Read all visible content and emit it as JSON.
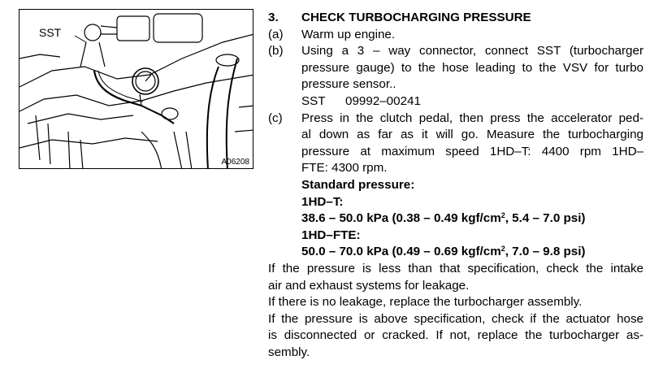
{
  "figure": {
    "sst_label": "SST",
    "code": "A06208"
  },
  "step": {
    "number": "3.",
    "title": "CHECK TURBOCHARGING PRESSURE"
  },
  "items": {
    "a": {
      "marker": "(a)",
      "text": "Warm up engine."
    },
    "b": {
      "marker": "(b)",
      "line1": "Using a 3 – way connector, connect SST (turbocharger",
      "line2": "pressure gauge) to the hose leading to the VSV for turbo",
      "line3": "pressure sensor..",
      "sst_label": "SST",
      "sst_number": "09992–00241"
    },
    "c": {
      "marker": "(c)",
      "line1": "Press in the clutch pedal, then press the accelerator ped-",
      "line2": "al down as far as it will go. Measure the turbocharging",
      "line3": "pressure at maximum speed 1HD–T: 4400 rpm 1HD–",
      "line4": "FTE: 4300 rpm."
    }
  },
  "standard": {
    "heading": "Standard pressure:",
    "engine1": "1HD–T:",
    "value1_a": "38.6 – 50.0 kPa (0.38 – 0.49 kgf/cm",
    "value1_sup": "2",
    "value1_b": ", 5.4 – 7.0 psi)",
    "engine2": "1HD–FTE:",
    "value2_a": "50.0 – 70.0 kPa (0.49 – 0.69 kgf/cm",
    "value2_sup": "2",
    "value2_b": ", 7.0 – 9.8 psi)"
  },
  "notes": {
    "n1_line1": "If the pressure is less than that specification, check the intake",
    "n1_line2": "air and exhaust systems for leakage.",
    "n2_line1": "If there is no leakage, replace the turbocharger assembly.",
    "n3_line1": "If the pressure is above specification, check if the actuator hose",
    "n3_line2": "is disconnected or cracked. If not, replace the turbocharger as-",
    "n3_line3": "sembly."
  }
}
